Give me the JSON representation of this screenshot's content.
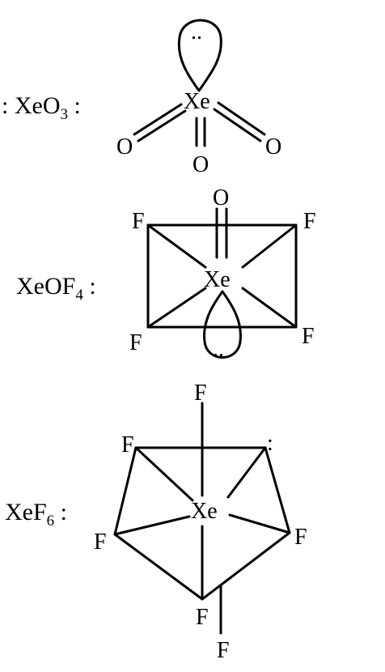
{
  "molecules": [
    {
      "formula_prefix": ":",
      "formula_main": "XeO",
      "formula_subscript": "3",
      "formula_suffix": ":",
      "atoms": {
        "center": "Xe",
        "oxygen_left": "O",
        "oxygen_right": "O",
        "oxygen_bottom": "O"
      },
      "lone_pair": ".."
    },
    {
      "formula_main": "XeOF",
      "formula_subscript": "4",
      "formula_suffix": ":",
      "atoms": {
        "center": "Xe",
        "oxygen_top": "O",
        "fluorine_top_left": "F",
        "fluorine_top_right": "F",
        "fluorine_bottom_left": "F",
        "fluorine_bottom_right": "F"
      },
      "lone_pair": ".."
    },
    {
      "formula_main": "XeF",
      "formula_subscript": "6",
      "formula_suffix": ":",
      "atoms": {
        "center": "Xe",
        "fluorine_top": "F",
        "fluorine_upper_left": "F",
        "fluorine_left": "F",
        "fluorine_right": "F",
        "fluorine_bottom_inner": "F",
        "fluorine_bottom_outer": "F"
      },
      "lone_pair": ":"
    }
  ],
  "colors": {
    "ink": "#000000",
    "background": "#ffffff"
  }
}
